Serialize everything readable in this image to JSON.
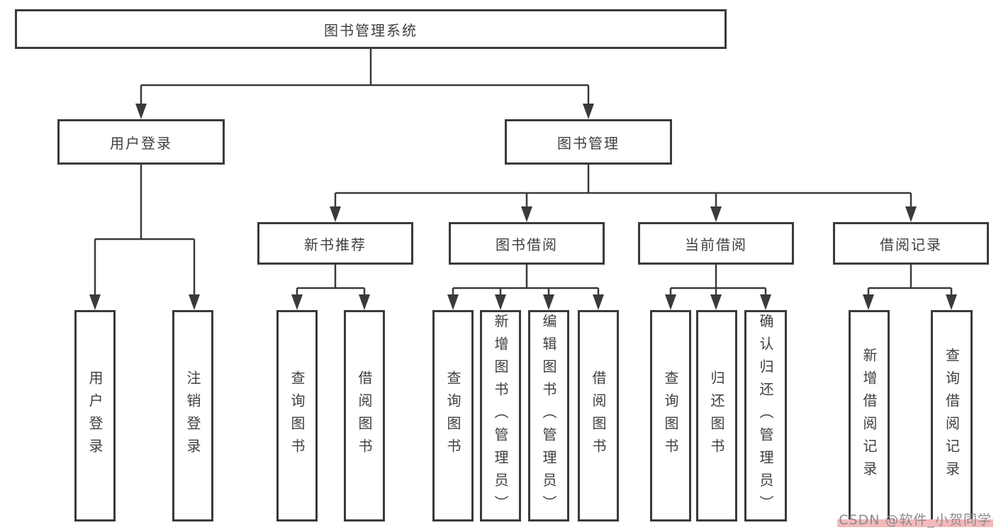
{
  "title": "图书管理系统",
  "tree": {
    "label": "图书管理系统",
    "children": [
      {
        "label": "用户登录",
        "children": [
          {
            "label": "用户登录"
          },
          {
            "label": "注销登录"
          }
        ]
      },
      {
        "label": "图书管理",
        "children": [
          {
            "label": "新书推荐",
            "children": [
              {
                "label": "查询图书"
              },
              {
                "label": "借阅图书"
              }
            ]
          },
          {
            "label": "图书借阅",
            "children": [
              {
                "label": "查询图书"
              },
              {
                "label": "新增图书（管理员）"
              },
              {
                "label": "编辑图书（管理员）"
              },
              {
                "label": "借阅图书"
              }
            ]
          },
          {
            "label": "当前借阅",
            "children": [
              {
                "label": "查询图书"
              },
              {
                "label": "归还图书"
              },
              {
                "label": "确认归还（管理员）"
              }
            ]
          },
          {
            "label": "借阅记录",
            "children": [
              {
                "label": "新增借阅记录"
              },
              {
                "label": "查询借阅记录"
              }
            ]
          }
        ]
      }
    ]
  },
  "watermark": {
    "text": "CSDN @软件_小贺同学"
  },
  "colors": {
    "background": "#ffffff",
    "box_border": "#3a3a3a",
    "connector_line": "#3a3a3a",
    "text": "#3f3f3f",
    "watermark_text": "#8c8c8c",
    "watermark_highlight": "#f3b9b9"
  }
}
